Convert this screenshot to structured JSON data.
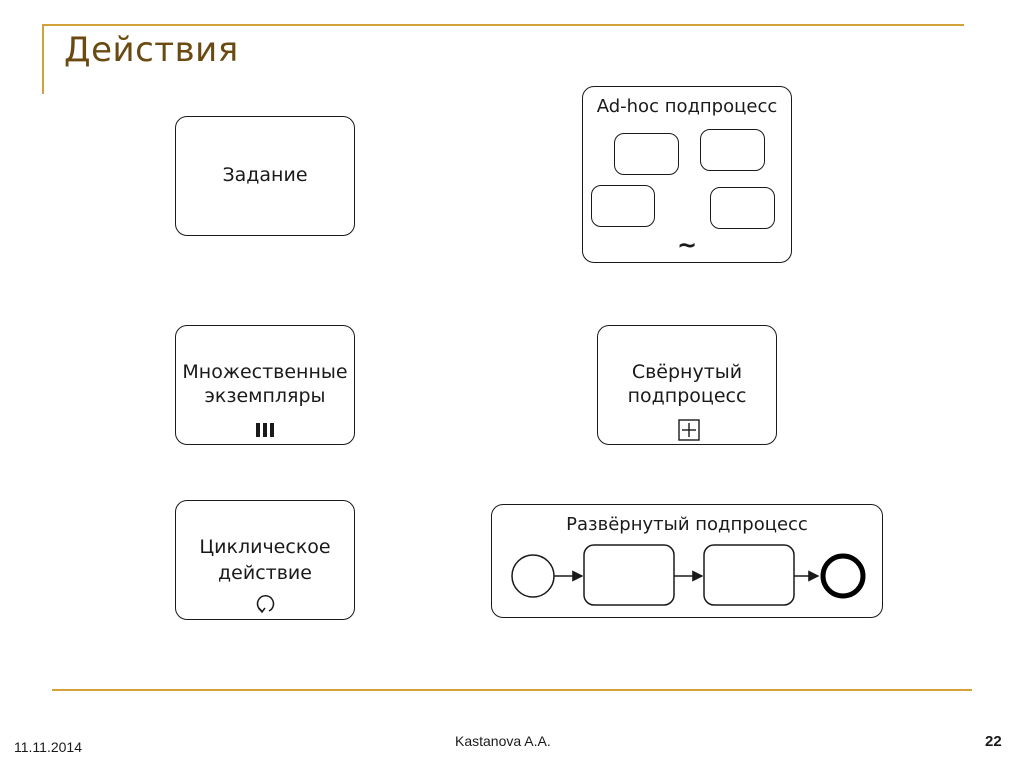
{
  "slide": {
    "title": "Действия",
    "footer_date": "11.11.2014",
    "footer_author": "Kastanova A.A.",
    "page_number": "22",
    "accent_color": "#d4a23a",
    "title_color": "#6b4a12"
  },
  "shapes": {
    "task": {
      "label": "Задание"
    },
    "adhoc": {
      "label": "Ad-hoc подпроцесс",
      "marker": "~",
      "marker_icon": "tilde-icon"
    },
    "multi": {
      "line1": "Множественные",
      "line2": "экземпляры",
      "marker_icon": "parallel-bars-icon"
    },
    "collapsed": {
      "line1": "Свёрнутый",
      "line2": "подпроцесс",
      "marker_icon": "plus-square-icon"
    },
    "loop": {
      "line1": "Циклическое",
      "line2": "действие",
      "marker_icon": "loop-arrow-icon"
    },
    "expanded": {
      "label": "Развёрнутый подпроцесс",
      "start_icon": "start-event-icon",
      "end_icon": "end-event-icon"
    }
  }
}
